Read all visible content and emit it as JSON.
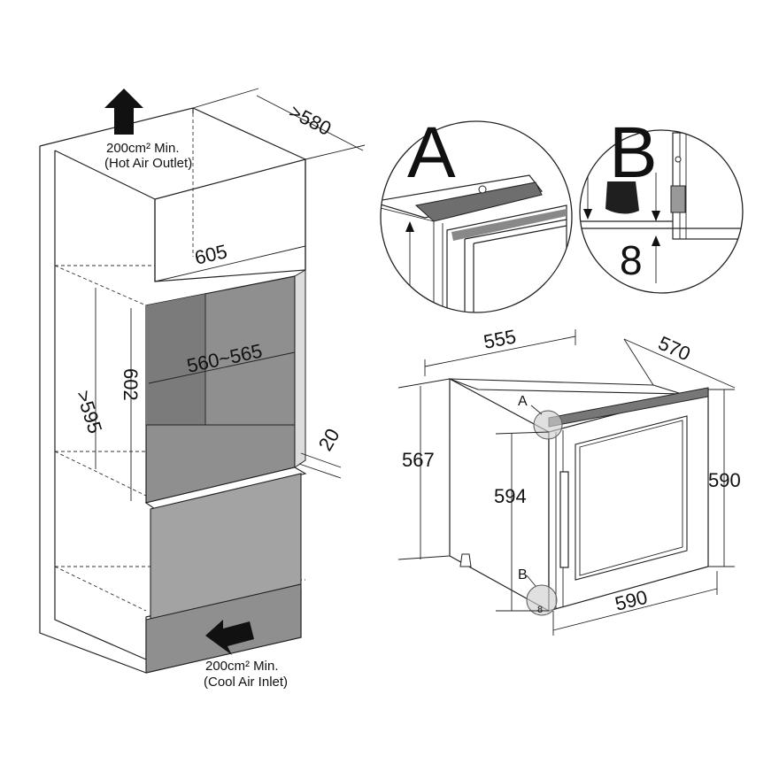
{
  "cabinet": {
    "top_depth": ">580",
    "outlet_area": "200cm² Min.",
    "outlet_note": "(Hot Air Outlet)",
    "niche_width": "605",
    "niche_inner_width": "560~565",
    "niche_height": "602",
    "niche_depth": ">595",
    "door_offset": "20",
    "inlet_area": "200cm² Min.",
    "inlet_note": "(Cool Air Inlet)"
  },
  "details": {
    "a_label": "A",
    "b_label": "B",
    "b_gap": "8"
  },
  "appliance": {
    "width": "555",
    "depth": "570",
    "body_height": "567",
    "door_height": "594",
    "total_height": "590",
    "door_width": "590",
    "callout_a": "A",
    "callout_b": "B",
    "callout_b_gap": "8"
  },
  "colors": {
    "niche_fill": "#8f8f8f",
    "niche_dark": "#7b7b7b",
    "line": "#222222"
  }
}
